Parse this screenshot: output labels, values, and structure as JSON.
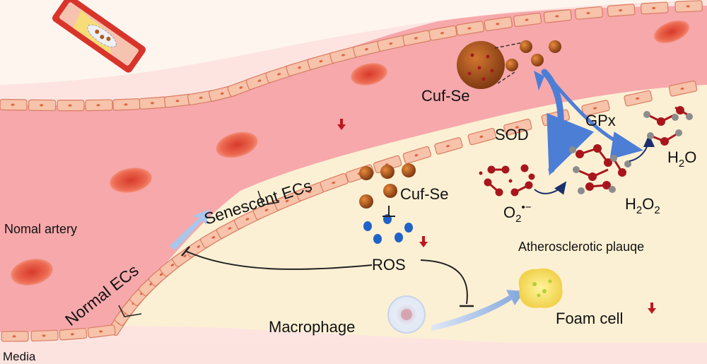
{
  "labels": {
    "nanozyme_top": "Cuf-Se",
    "nanozyme_mid": "Cuf-Se",
    "sod": "SOD",
    "gpx": "GPx",
    "water_main": "H",
    "water_sub": "2",
    "water_tail": "O",
    "peroxide_main": "H",
    "peroxide_sub1": "2",
    "peroxide_mid": "O",
    "peroxide_sub2": "2",
    "superoxide_main": "O",
    "superoxide_sub": "2",
    "superoxide_sup": "•−",
    "senescent": "Senescent ECs",
    "normal": "Normal ECs",
    "normal_artery": "Nomal artery",
    "plaque": "Atherosclerotic plauqe",
    "ros": "ROS",
    "macrophage": "Macrophage",
    "foam": "Foam cell",
    "media": "Media"
  },
  "colors": {
    "lumen": "#f6a8ab",
    "plaque": "#fcf0d4",
    "endothelium": "#f7c3aa",
    "nanoparticle": "#b25a1e",
    "rbc": "#e8533d",
    "arrow_blue": "#4d7ed6",
    "down_arrow": "#c0171c",
    "o_atom": "#a8161c",
    "h_atom": "#8c8c8c"
  }
}
